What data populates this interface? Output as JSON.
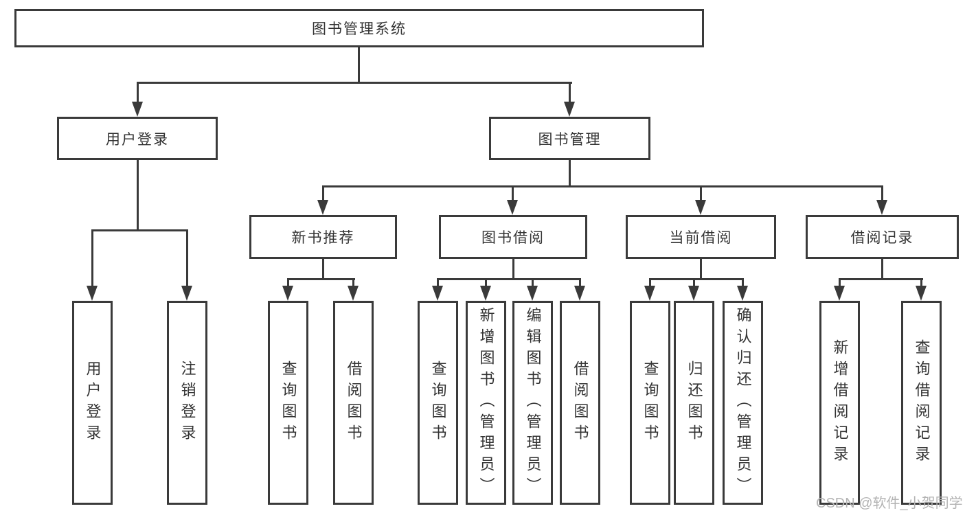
{
  "diagram": {
    "background": "#ffffff",
    "line_color": "#3a3a3a",
    "text_color": "#333333",
    "tree": {
      "label": "图书管理系统",
      "children": [
        {
          "label": "用户登录",
          "children": [
            {
              "label": "用户登录"
            },
            {
              "label": "注销登录"
            }
          ]
        },
        {
          "label": "图书管理",
          "children": [
            {
              "label": "新书推荐",
              "children": [
                {
                  "label": "查询图书"
                },
                {
                  "label": "借阅图书"
                }
              ]
            },
            {
              "label": "图书借阅",
              "children": [
                {
                  "label": "查询图书"
                },
                {
                  "label": "新增图书（管理员）"
                },
                {
                  "label": "编辑图书（管理员）"
                },
                {
                  "label": "借阅图书"
                }
              ]
            },
            {
              "label": "当前借阅",
              "children": [
                {
                  "label": "查询图书"
                },
                {
                  "label": "归还图书"
                },
                {
                  "label": "确认归还（管理员）"
                }
              ]
            },
            {
              "label": "借阅记录",
              "children": [
                {
                  "label": "新增借阅记录"
                },
                {
                  "label": "查询借阅记录"
                }
              ]
            }
          ]
        }
      ]
    },
    "watermark": {
      "text": "CSDN @软件_小贺同学",
      "color": "#b4b4b4"
    }
  }
}
